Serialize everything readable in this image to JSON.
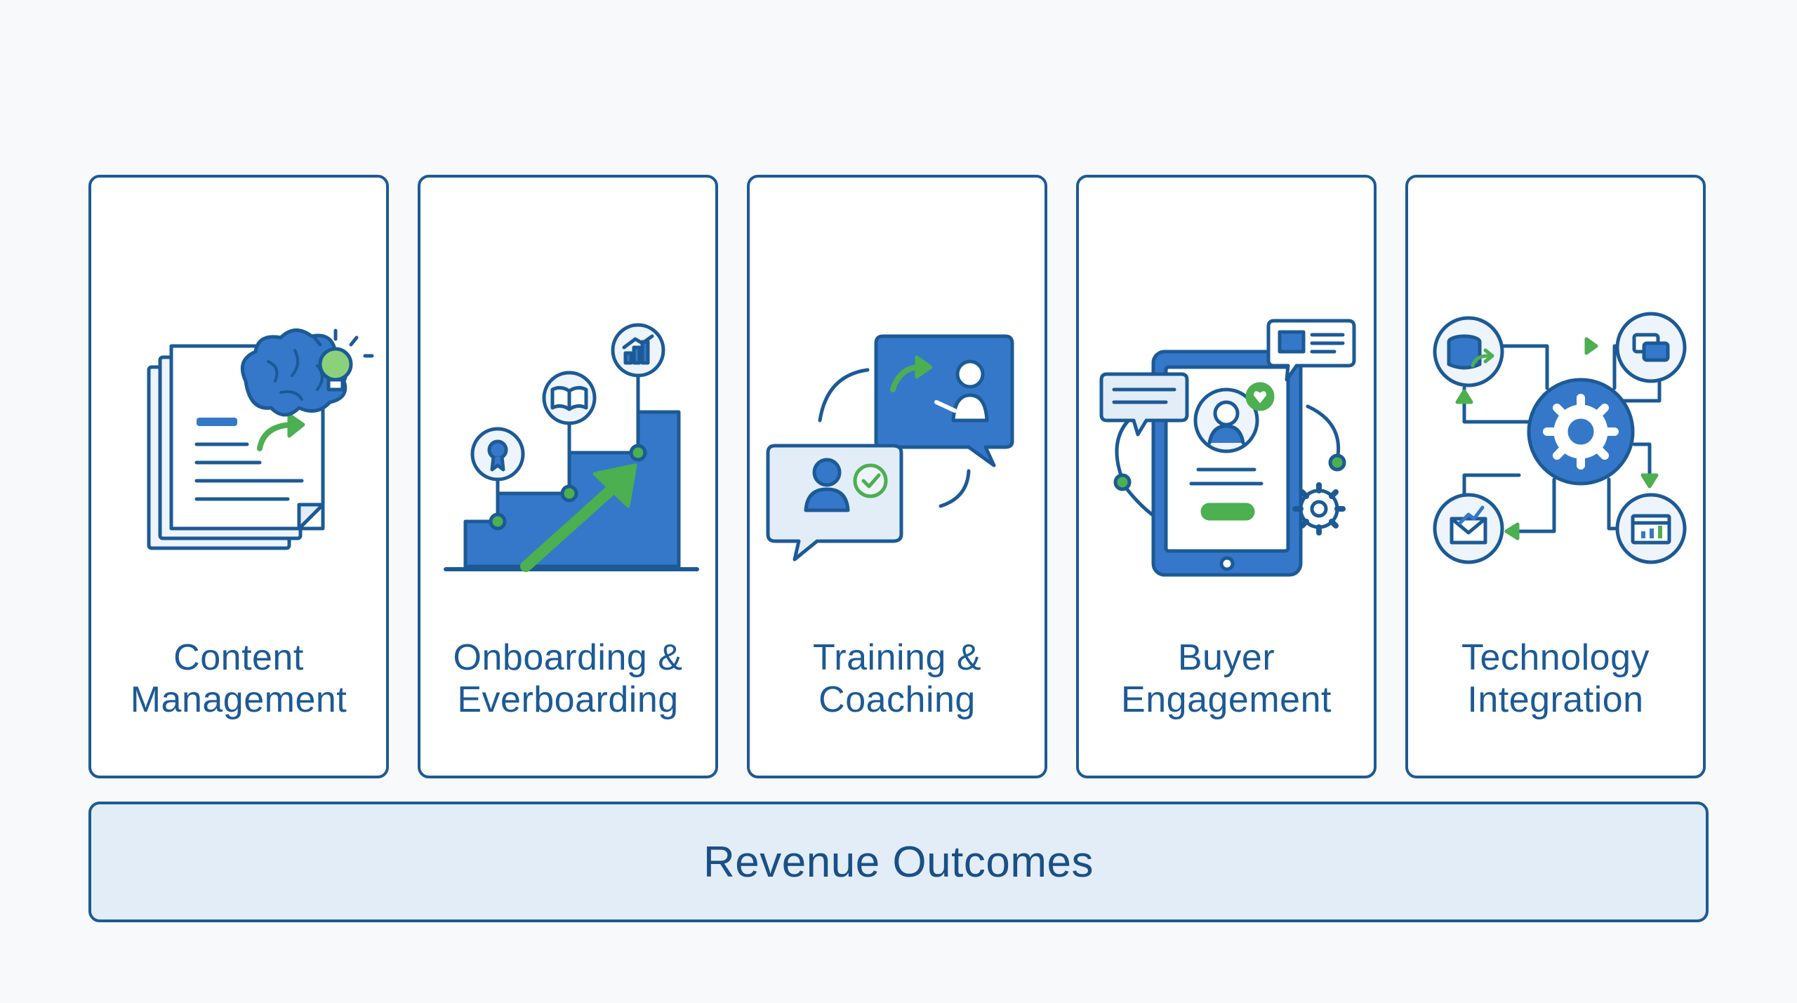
{
  "pillars": [
    {
      "line1": "Content",
      "line2": "Management",
      "icon": "document-brain-lightbulb-icon"
    },
    {
      "line1": "Onboarding &",
      "line2": "Everboarding",
      "icon": "growth-staircase-icon"
    },
    {
      "line1": "Training &",
      "line2": "Coaching",
      "icon": "coaching-chat-icon"
    },
    {
      "line1": "Buyer",
      "line2": "Engagement",
      "icon": "tablet-engagement-icon"
    },
    {
      "line1": "Technology",
      "line2": "Integration",
      "icon": "integration-gear-network-icon"
    }
  ],
  "foundation": {
    "label": "Revenue Outcomes"
  },
  "colors": {
    "primary_blue": "#1c5a96",
    "fill_blue": "#3578c9",
    "light_blue": "#e3edf8",
    "accent_green": "#4caf50"
  }
}
